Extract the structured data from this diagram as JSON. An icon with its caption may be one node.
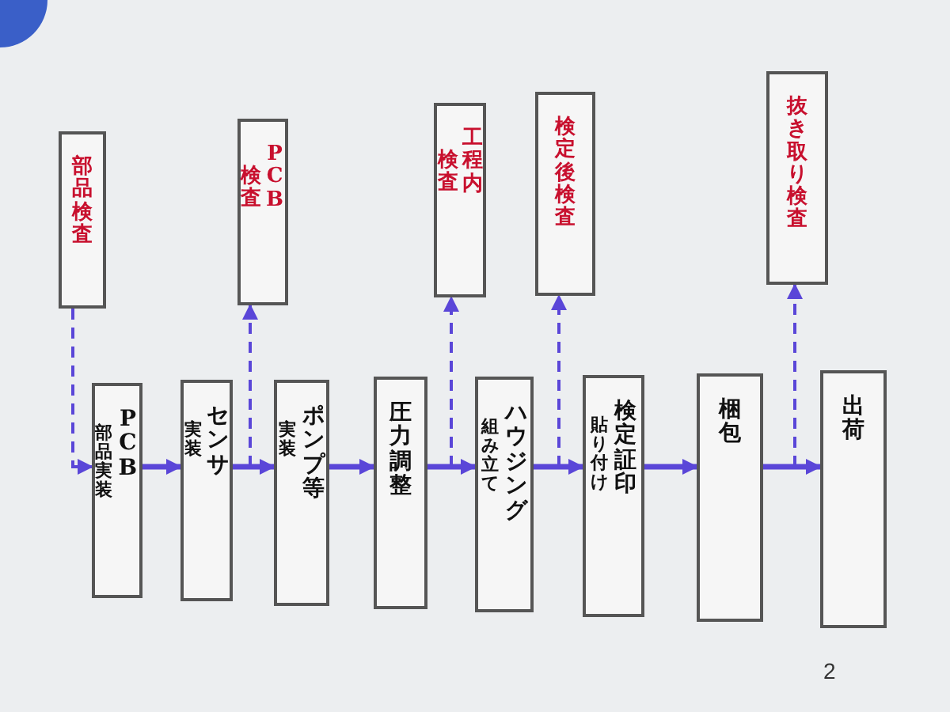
{
  "diagram": {
    "nodes": [
      {
        "text": [
          "部品検査"
        ]
      },
      {
        "text": [
          "検査",
          "PCB"
        ]
      },
      {
        "text": [
          "検査",
          "工程内"
        ]
      },
      {
        "text": [
          "検定後検査"
        ]
      },
      {
        "text": [
          "抜き取り検査"
        ]
      },
      {
        "text": [
          "部品実装",
          "PCB"
        ]
      },
      {
        "text": [
          "実装",
          "センサ"
        ]
      },
      {
        "text": [
          "実装",
          "ポンプ等"
        ]
      },
      {
        "text": [
          "圧力調整"
        ]
      },
      {
        "text": [
          "組み立て",
          "ハウジング"
        ]
      },
      {
        "text": [
          "貼り付け",
          "検定証印"
        ]
      },
      {
        "text": [
          "梱包"
        ]
      },
      {
        "text": [
          "出荷"
        ]
      }
    ],
    "edges": [
      {
        "from": 0,
        "to": 5,
        "arrow": "to",
        "style": "dashed"
      },
      {
        "from": 5,
        "to": 6,
        "arrow": "to"
      },
      {
        "from": 6,
        "to": 7,
        "arrow": "to"
      },
      {
        "from": 6,
        "to": 1,
        "arrow": "to",
        "style": "dashed"
      },
      {
        "from": 7,
        "to": 8,
        "arrow": "to"
      },
      {
        "from": 8,
        "to": 9,
        "arrow": "to"
      },
      {
        "from": 8,
        "to": 2,
        "arrow": "to",
        "style": "dashed"
      },
      {
        "from": 9,
        "to": 10,
        "arrow": "to"
      },
      {
        "from": 9,
        "to": 3,
        "arrow": "to",
        "style": "dashed"
      },
      {
        "from": 10,
        "to": 11,
        "arrow": "to"
      },
      {
        "from": 11,
        "to": 12,
        "arrow": "to"
      },
      {
        "from": null,
        "to": 4,
        "arrow": "to",
        "style": "dashed"
      }
    ],
    "labels": [
      "2"
    ]
  }
}
